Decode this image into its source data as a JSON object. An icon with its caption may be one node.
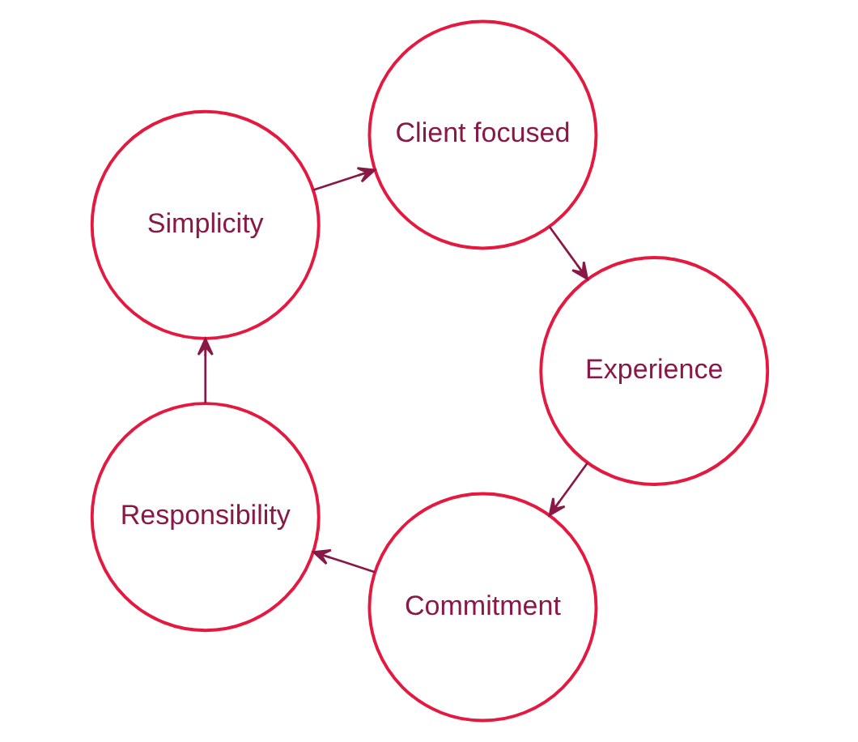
{
  "diagram": {
    "nodes": [
      {
        "text": [
          "Commitment"
        ]
      },
      {
        "text": [
          "Responsibility"
        ]
      },
      {
        "text": [
          "Simplicity"
        ]
      },
      {
        "text": [
          "Client focused"
        ]
      },
      {
        "text": [
          "Experience"
        ]
      }
    ],
    "edges": [
      {
        "from": 0,
        "to": 1,
        "arrow": "to"
      },
      {
        "from": 1,
        "to": 2,
        "arrow": "to"
      },
      {
        "from": 2,
        "to": 3,
        "arrow": "to"
      },
      {
        "from": 3,
        "to": 4,
        "arrow": "to"
      },
      {
        "from": 4,
        "to": 0,
        "arrow": "to"
      }
    ]
  }
}
